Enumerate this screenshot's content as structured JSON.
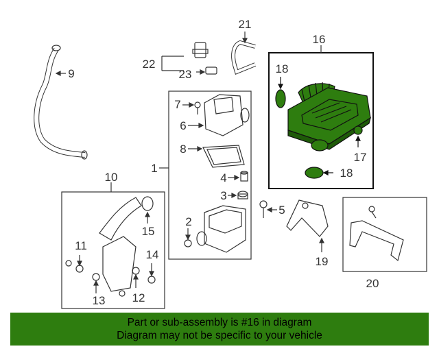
{
  "callouts": {
    "n1": "1",
    "n2": "2",
    "n3": "3",
    "n4": "4",
    "n5": "5",
    "n6": "6",
    "n7": "7",
    "n8": "8",
    "n9": "9",
    "n10": "10",
    "n11": "11",
    "n12": "12",
    "n13": "13",
    "n14": "14",
    "n15": "15",
    "n16": "16",
    "n17": "17",
    "n18a": "18",
    "n18b": "18",
    "n19": "19",
    "n20": "20",
    "n21": "21",
    "n22": "22",
    "n23": "23"
  },
  "highlight_color": "#2e7d0f",
  "banner": {
    "line1": "Part or sub-assembly is #16 in diagram",
    "line2": "Diagram may not be specific to your vehicle"
  }
}
